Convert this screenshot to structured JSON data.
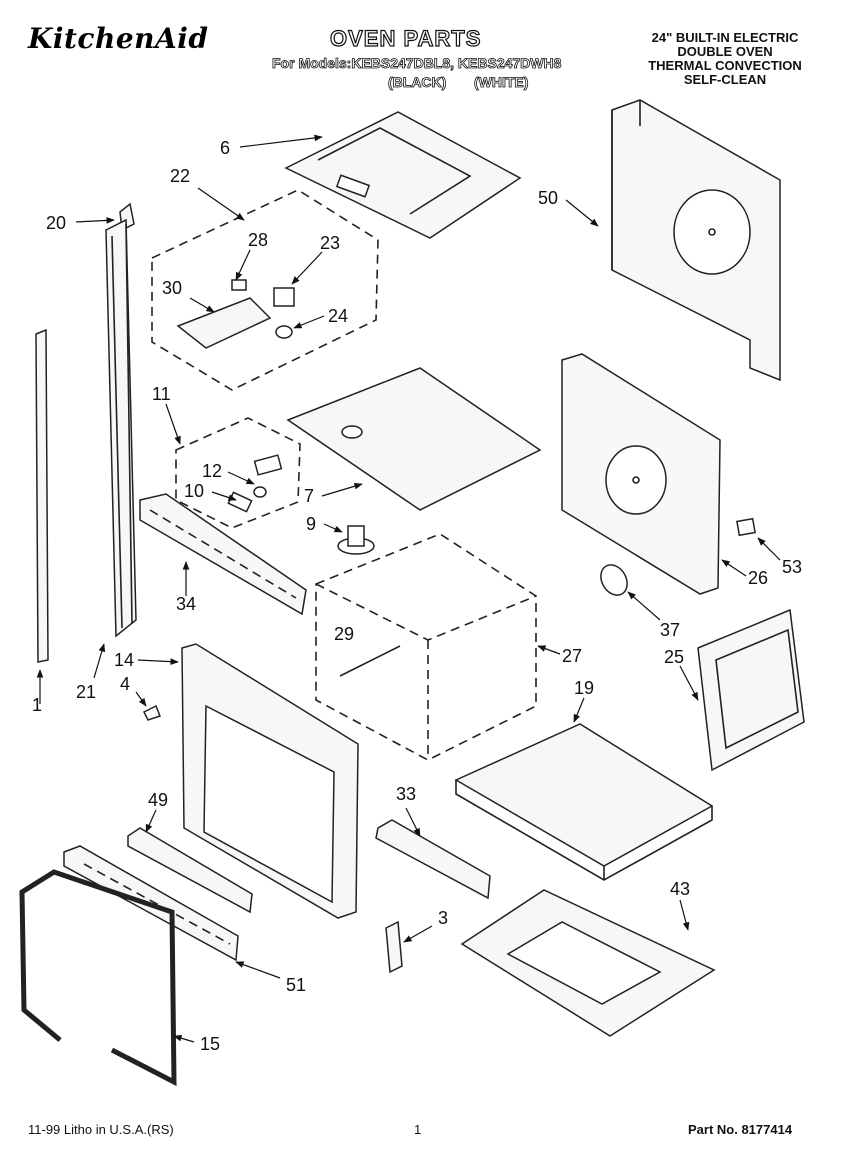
{
  "header": {
    "brand": "KitchenAid",
    "title": "OVEN PARTS",
    "models_line": "For Models:KEBS247DBL8, KEBS247DWH8",
    "color_black": "(BLACK)",
    "color_white": "(WHITE)",
    "spec_lines": [
      "24\" BUILT-IN ELECTRIC",
      "DOUBLE OVEN",
      "THERMAL CONVECTION",
      "SELF-CLEAN"
    ]
  },
  "callouts": [
    "1",
    "3",
    "4",
    "6",
    "7",
    "9",
    "10",
    "11",
    "12",
    "14",
    "15",
    "19",
    "20",
    "21",
    "22",
    "23",
    "24",
    "25",
    "26",
    "27",
    "28",
    "29",
    "30",
    "33",
    "34",
    "37",
    "43",
    "49",
    "50",
    "51",
    "53"
  ],
  "footer": {
    "litho": "11-99 Litho in U.S.A.(RS)",
    "page_number": "1",
    "part_number": "Part No. 8177414"
  }
}
